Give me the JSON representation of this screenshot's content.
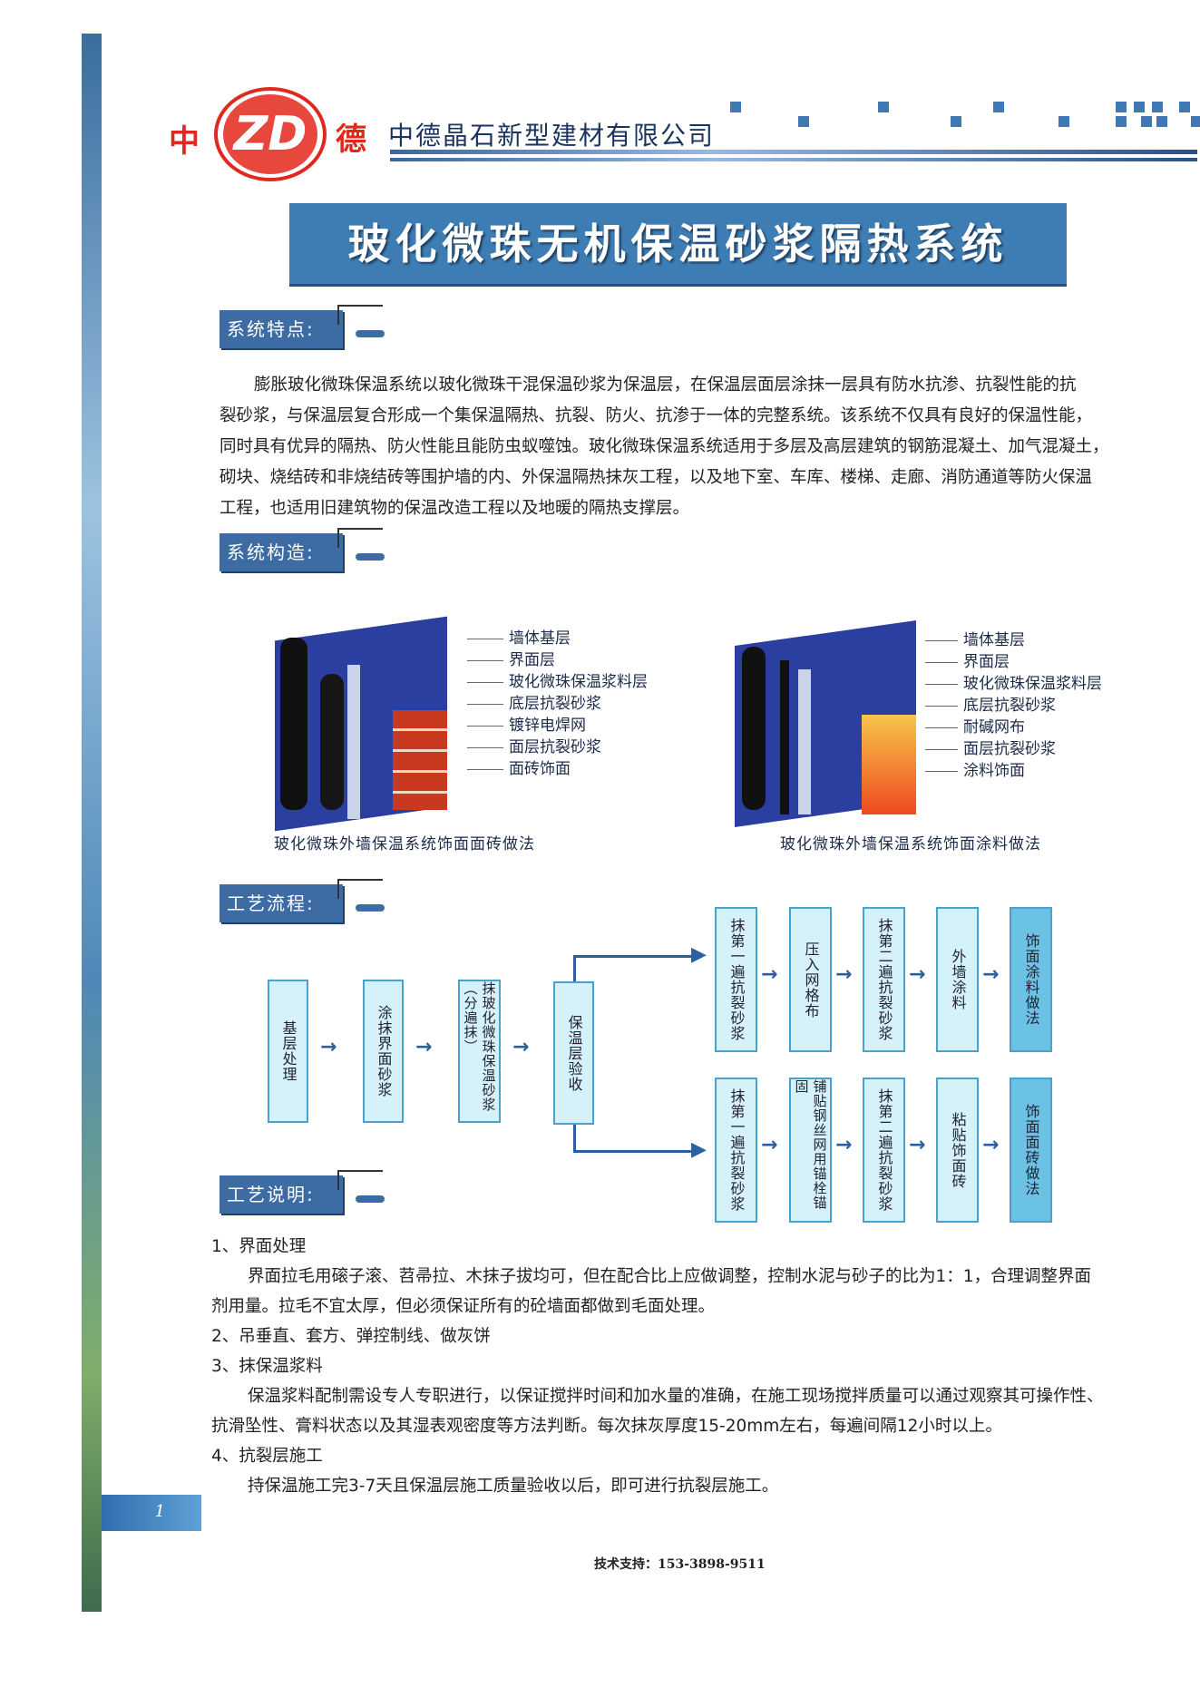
{
  "header": {
    "logo_left": "中",
    "logo_mark": "ZD",
    "logo_right": "德",
    "company": "中德晶石新型建材有限公司"
  },
  "title": "玻化微珠无机保温砂浆隔热系统",
  "sections": {
    "features": "系统特点:",
    "structure": "系统构造:",
    "flow": "工艺流程:",
    "notes": "工艺说明:"
  },
  "features_text": [
    "膨胀玻化微珠保温系统以玻化微珠干混保温砂浆为保温层，在保温层面层涂抹一层具有防水抗渗、抗裂性能的抗",
    "裂砂浆，与保温层复合形成一个集保温隔热、抗裂、防火、抗渗于一体的完整系统。该系统不仅具有良好的保温性能，",
    "同时具有优异的隔热、防火性能且能防虫蚁噬蚀。玻化微珠保温系统适用于多层及高层建筑的钢筋混凝土、加气混凝土，",
    "砌块、烧结砖和非烧结砖等围护墙的内、外保温隔热抹灰工程，以及地下室、车库、楼梯、走廊、消防通道等防火保温",
    "工程，也适用旧建筑物的保温改造工程以及地暖的隔热支撑层。"
  ],
  "diagram_left": {
    "labels": [
      "墙体基层",
      "界面层",
      "玻化微珠保温浆料层",
      "底层抗裂砂浆",
      "镀锌电焊网",
      "面层抗裂砂浆",
      "面砖饰面"
    ],
    "caption": "玻化微珠外墙保温系统饰面面砖做法"
  },
  "diagram_right": {
    "labels": [
      "墙体基层",
      "界面层",
      "玻化微珠保温浆料层",
      "底层抗裂砂浆",
      "耐碱网布",
      "面层抗裂砂浆",
      "涂料饰面"
    ],
    "caption": "玻化微珠外墙保温系统饰面涂料做法"
  },
  "flow": {
    "main": [
      "基层处理",
      "涂抹界面砂浆",
      "抹玻化微珠保温砂浆（分遍抹）",
      "保温层验收"
    ],
    "top": [
      "抹第一遍抗裂砂浆",
      "压入网格布",
      "抹第二遍抗裂砂浆",
      "外墙涂料",
      "饰面涂料做法"
    ],
    "bottom": [
      "抹第一遍抗裂砂浆",
      "铺贴钢丝网用锚栓锚固",
      "抹第二遍抗裂砂浆",
      "粘贴饰面砖",
      "饰面面砖做法"
    ]
  },
  "notes": [
    {
      "h": "1、界面处理",
      "p": [
        "界面拉毛用磙子滚、苕帚拉、木抹子拔均可，但在配合比上应做调整，控制水泥与砂子的比为1：1，合理调整界面",
        "剂用量。拉毛不宜太厚，但必须保证所有的砼墙面都做到毛面处理。"
      ]
    },
    {
      "h": "2、吊垂直、套方、弹控制线、做灰饼",
      "p": []
    },
    {
      "h": "3、抹保温浆料",
      "p": [
        "保温浆料配制需设专人专职进行，以保证搅拌时间和加水量的准确，在施工现场搅拌质量可以通过观察其可操作性、",
        "抗滑坠性、膏料状态以及其湿表观密度等方法判断。每次抹灰厚度15-20mm左右，每遍间隔12小时以上。"
      ]
    },
    {
      "h": "4、抗裂层施工",
      "p": [
        "持保温施工完3-7天且保温层施工质量验收以后，即可进行抗裂层施工。"
      ]
    }
  ],
  "page_number": "1",
  "footer": "技术支持：153-3898-9511"
}
